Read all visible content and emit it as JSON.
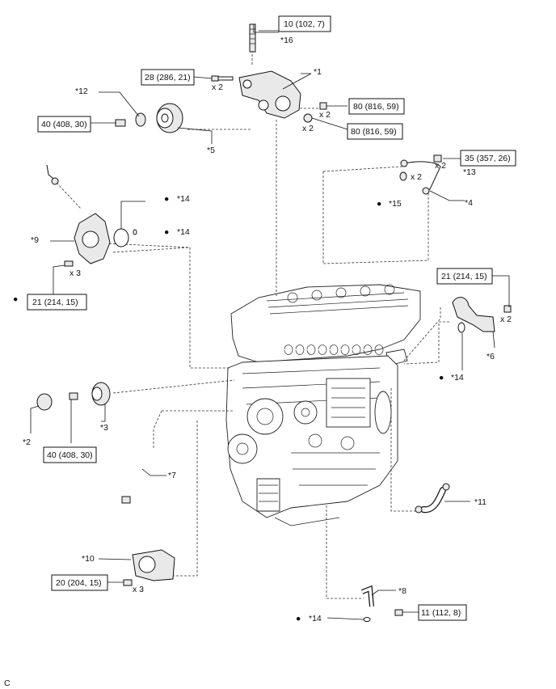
{
  "torque_labels": {
    "t16": "10 (102, 7)",
    "t1": "28 (286, 21)",
    "t1a": "80 (816, 59)",
    "t1b": "80 (816, 59)",
    "t12": "40 (408, 30)",
    "t13": "35 (357, 26)",
    "t9": "21 (214, 15)",
    "t6": "21 (214, 15)",
    "t3": "40 (408, 30)",
    "t10": "20 (204, 15)",
    "t8": "11 (112, 8)"
  },
  "callouts": {
    "c1": "*1",
    "c2": "*2",
    "c3": "*3",
    "c4": "*4",
    "c5": "*5",
    "c6": "*6",
    "c7": "*7",
    "c8": "*8",
    "c9": "*9",
    "c10": "*10",
    "c11": "*11",
    "c12": "*12",
    "c13": "*13",
    "c14a": "*14",
    "c14b": "*14",
    "c14c": "*14",
    "c14d": "*14",
    "c15": "*15",
    "c16": "*16"
  },
  "quantities": {
    "q1a": "x 2",
    "q1b": "x 2",
    "q1c": "x 2",
    "q13": "x 2",
    "q15": "x 2",
    "q9": "x 3",
    "q6": "x 2",
    "q10": "x 3"
  },
  "markers": {
    "dot": "●"
  },
  "corner_code": "C"
}
